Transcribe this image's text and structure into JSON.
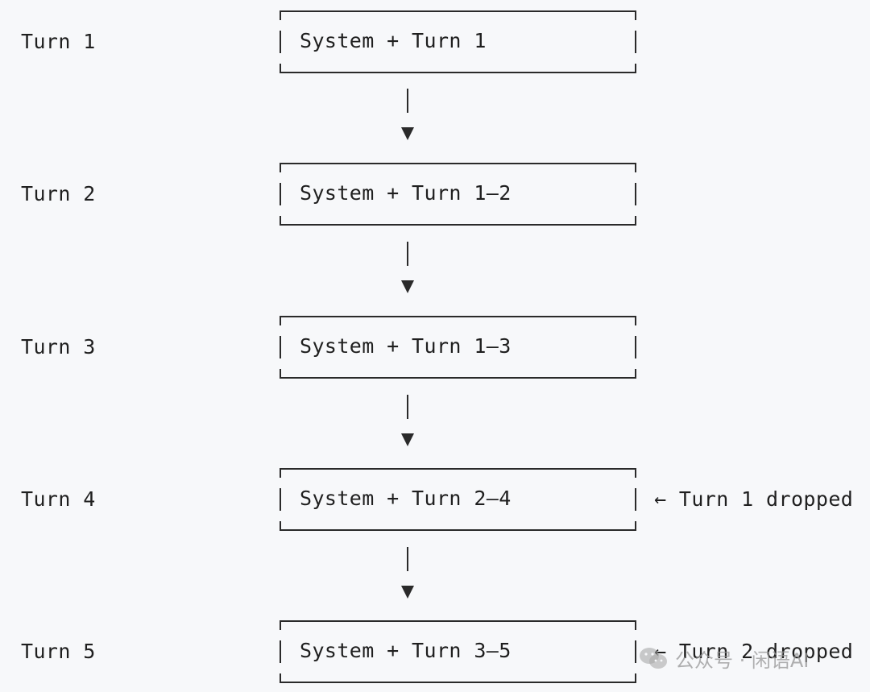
{
  "rows": [
    {
      "turn_label": "Turn 1",
      "box_text": "System + Turn 1",
      "note": ""
    },
    {
      "turn_label": "Turn 2",
      "box_text": "System + Turn 1–2",
      "note": ""
    },
    {
      "turn_label": "Turn 3",
      "box_text": "System + Turn 1–3",
      "note": ""
    },
    {
      "turn_label": "Turn 4",
      "box_text": "System + Turn 2–4",
      "note": "← Turn 1 dropped"
    },
    {
      "turn_label": "Turn 5",
      "box_text": "System + Turn 3–5",
      "note": "← Turn 2 dropped"
    }
  ],
  "watermark": {
    "text": "公众号 · 闲语AI",
    "icon": "wechat-icon"
  }
}
